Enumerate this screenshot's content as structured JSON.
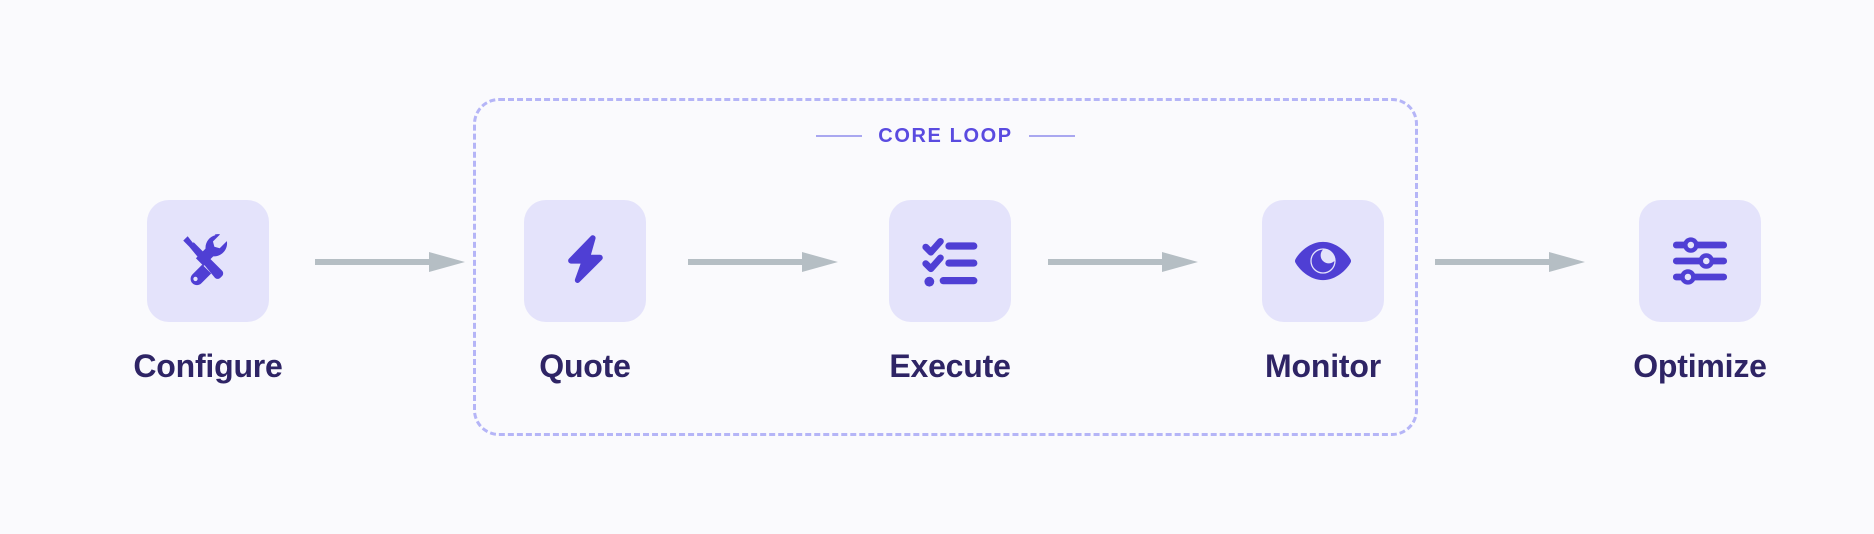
{
  "colors": {
    "page_background": "#FAFAFD",
    "tile_background": "#E4E3FB",
    "icon_purple": "#4F3FD4",
    "label_navy": "#2E2465",
    "dashed_border": "#B5B5F7",
    "caption_purple": "#5A4BE0",
    "arrow_gray": "#B5BEC4"
  },
  "core_loop": {
    "caption": "CORE LOOP",
    "contains": [
      "Quote",
      "Execute",
      "Monitor"
    ]
  },
  "steps": [
    {
      "id": "configure",
      "label": "Configure",
      "icon": "tools-wrench-screwdriver-icon",
      "in_core_loop": false
    },
    {
      "id": "quote",
      "label": "Quote",
      "icon": "lightning-bolt-icon",
      "in_core_loop": true
    },
    {
      "id": "execute",
      "label": "Execute",
      "icon": "checklist-icon",
      "in_core_loop": true
    },
    {
      "id": "monitor",
      "label": "Monitor",
      "icon": "eye-icon",
      "in_core_loop": true
    },
    {
      "id": "optimize",
      "label": "Optimize",
      "icon": "sliders-icon",
      "in_core_loop": false
    }
  ],
  "connectors": [
    {
      "id": "arrow-configure-to-quote",
      "icon": "arrow-right-icon",
      "from": "Configure",
      "to": "Quote"
    },
    {
      "id": "arrow-quote-to-execute",
      "icon": "arrow-right-icon",
      "from": "Quote",
      "to": "Execute"
    },
    {
      "id": "arrow-execute-to-monitor",
      "icon": "arrow-right-icon",
      "from": "Execute",
      "to": "Monitor"
    },
    {
      "id": "arrow-monitor-to-optimize",
      "icon": "arrow-right-icon",
      "from": "Monitor",
      "to": "Optimize"
    }
  ]
}
